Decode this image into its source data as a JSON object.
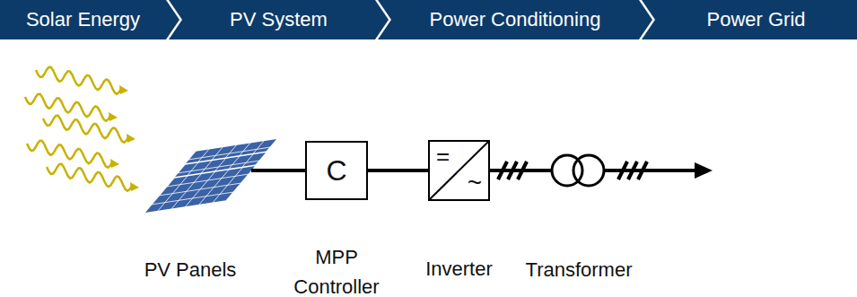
{
  "diagram": {
    "nodes": [
      {
        "text": [
          "Solar Energy"
        ]
      },
      {
        "text": [
          "PV System"
        ]
      },
      {
        "text": [
          "Power Conditioning"
        ]
      },
      {
        "text": [
          "Power Grid"
        ]
      },
      {
        "text": [
          "C",
          "MPP Controller"
        ]
      },
      {
        "text": [
          "=",
          "~",
          "Inverter"
        ]
      }
    ],
    "edges": [
      {
        "from": 4,
        "to": 5,
        "arrow": "none"
      }
    ],
    "labels": [
      "PV Panels",
      "Transformer"
    ]
  }
}
